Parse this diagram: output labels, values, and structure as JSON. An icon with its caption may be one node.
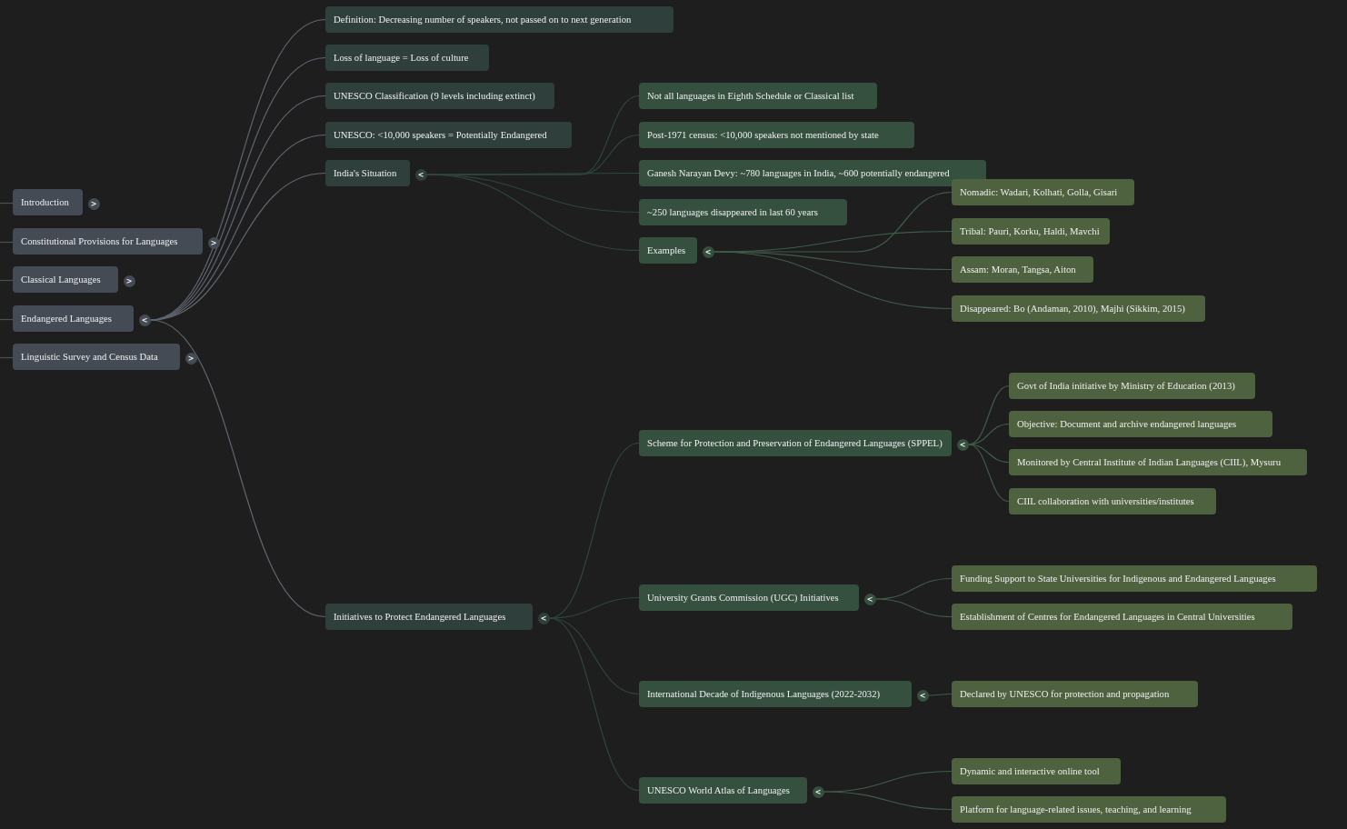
{
  "diagram": {
    "nodes": [
      {
        "text": [
          "Introduction"
        ],
        "beside": [
          ">"
        ]
      },
      {
        "text": [
          "Constitutional Provisions for Languages"
        ],
        "beside": [
          ">"
        ]
      },
      {
        "text": [
          "Classical Languages"
        ],
        "beside": [
          ">"
        ]
      },
      {
        "text": [
          "Endangered Languages"
        ],
        "beside": [
          "<"
        ]
      },
      {
        "text": [
          "Linguistic Survey and Census Data"
        ],
        "beside": [
          ">"
        ]
      },
      {
        "text": [
          "Definition: Decreasing number of speakers, not passed on to next generation"
        ]
      },
      {
        "text": [
          "Loss of language = Loss of culture"
        ]
      },
      {
        "text": [
          "UNESCO Classification (9 levels including extinct)"
        ]
      },
      {
        "text": [
          "UNESCO: <10,000 speakers = Potentially Endangered"
        ]
      },
      {
        "text": [
          "India's Situation"
        ],
        "beside": [
          "<"
        ]
      },
      {
        "text": [
          "Initiatives to Protect Endangered Languages"
        ],
        "beside": [
          "<"
        ]
      },
      {
        "text": [
          "Not all languages in Eighth Schedule or Classical list"
        ]
      },
      {
        "text": [
          "Post-1971 census: <10,000 speakers not mentioned by state"
        ]
      },
      {
        "text": [
          "Ganesh Narayan Devy: ~780 languages in India, ~600 potentially endangered"
        ]
      },
      {
        "text": [
          "~250 languages disappeared in last 60 years"
        ]
      },
      {
        "text": [
          "Examples"
        ],
        "beside": [
          "<"
        ]
      },
      {
        "text": [
          "Scheme for Protection and Preservation of Endangered Languages (SPPEL)"
        ],
        "beside": [
          "<"
        ]
      },
      {
        "text": [
          "University Grants Commission (UGC) Initiatives"
        ],
        "beside": [
          "<"
        ]
      },
      {
        "text": [
          "International Decade of Indigenous Languages (2022-2032)"
        ],
        "beside": [
          "<"
        ]
      },
      {
        "text": [
          "UNESCO World Atlas of Languages"
        ],
        "beside": [
          "<"
        ]
      },
      {
        "text": [
          "Nomadic: Wadari, Kolhati, Golla, Gisari"
        ]
      },
      {
        "text": [
          "Tribal: Pauri, Korku, Haldi, Mavchi"
        ]
      },
      {
        "text": [
          "Assam: Moran, Tangsa, Aiton"
        ]
      },
      {
        "text": [
          "Disappeared: Bo (Andaman, 2010), Majhi (Sikkim, 2015)"
        ]
      },
      {
        "text": [
          "Govt of India initiative by Ministry of Education (2013)"
        ]
      },
      {
        "text": [
          "Objective: Document and archive endangered languages"
        ]
      },
      {
        "text": [
          "Monitored by Central Institute of Indian Languages (CIIL), Mysuru"
        ]
      },
      {
        "text": [
          "CIIL collaboration with universities/institutes"
        ]
      },
      {
        "text": [
          "Funding Support to State Universities for Indigenous and Endangered Languages"
        ]
      },
      {
        "text": [
          "Establishment of Centres for Endangered Languages in Central Universities"
        ]
      },
      {
        "text": [
          "Declared by UNESCO for protection and propagation"
        ]
      },
      {
        "text": [
          "Dynamic and interactive online tool"
        ]
      },
      {
        "text": [
          "Platform for language-related issues, teaching, and learning"
        ]
      }
    ],
    "edges": [
      {
        "from": null,
        "to": 0,
        "arrow": "none",
        "color": "#4b5058"
      },
      {
        "from": null,
        "to": 1,
        "arrow": "none",
        "color": "#4b5058"
      },
      {
        "from": null,
        "to": 2,
        "arrow": "none",
        "color": "#4b5058"
      },
      {
        "from": null,
        "to": 3,
        "arrow": "none",
        "color": "#4b5058"
      },
      {
        "from": null,
        "to": 4,
        "arrow": "none",
        "color": "#4b5058"
      },
      {
        "from": 3,
        "to": 5,
        "arrow": "none",
        "color": "#5f6670"
      },
      {
        "from": 3,
        "to": 6,
        "arrow": "none",
        "color": "#5f6670"
      },
      {
        "from": 3,
        "to": 7,
        "arrow": "none",
        "color": "#5f6670"
      },
      {
        "from": 3,
        "to": 8,
        "arrow": "none",
        "color": "#5f6670"
      },
      {
        "from": 3,
        "to": 9,
        "arrow": "none",
        "color": "#5f6670"
      },
      {
        "from": 3,
        "to": 10,
        "arrow": "none",
        "color": "#5f6670"
      },
      {
        "from": 9,
        "to": 11,
        "arrow": "none",
        "color": "#2e463c"
      },
      {
        "from": 9,
        "to": 12,
        "arrow": "none",
        "color": "#2e463c"
      },
      {
        "from": 9,
        "to": 13,
        "arrow": "none",
        "color": "#2e463c"
      },
      {
        "from": 9,
        "to": 14,
        "arrow": "none",
        "color": "#2e463c"
      },
      {
        "from": 9,
        "to": 15,
        "arrow": "none",
        "color": "#2e463c"
      },
      {
        "from": 10,
        "to": 16,
        "arrow": "none",
        "color": "#2e463c"
      },
      {
        "from": 10,
        "to": 17,
        "arrow": "none",
        "color": "#2e463c"
      },
      {
        "from": 10,
        "to": 18,
        "arrow": "none",
        "color": "#2e463c"
      },
      {
        "from": 10,
        "to": 19,
        "arrow": "none",
        "color": "#2e463c"
      },
      {
        "from": 15,
        "to": 20,
        "arrow": "none"
      },
      {
        "from": 15,
        "to": 21,
        "arrow": "none"
      },
      {
        "from": 15,
        "to": 22,
        "arrow": "none"
      },
      {
        "from": 15,
        "to": 23,
        "arrow": "none"
      },
      {
        "from": 16,
        "to": 24,
        "arrow": "none"
      },
      {
        "from": 16,
        "to": 25,
        "arrow": "none"
      },
      {
        "from": 16,
        "to": 26,
        "arrow": "none"
      },
      {
        "from": 16,
        "to": 27,
        "arrow": "none"
      },
      {
        "from": 17,
        "to": 28,
        "arrow": "none"
      },
      {
        "from": 17,
        "to": 29,
        "arrow": "none"
      },
      {
        "from": 18,
        "to": 30,
        "arrow": "none"
      },
      {
        "from": 19,
        "to": 31,
        "arrow": "none"
      },
      {
        "from": 19,
        "to": 32,
        "arrow": "none"
      }
    ]
  }
}
